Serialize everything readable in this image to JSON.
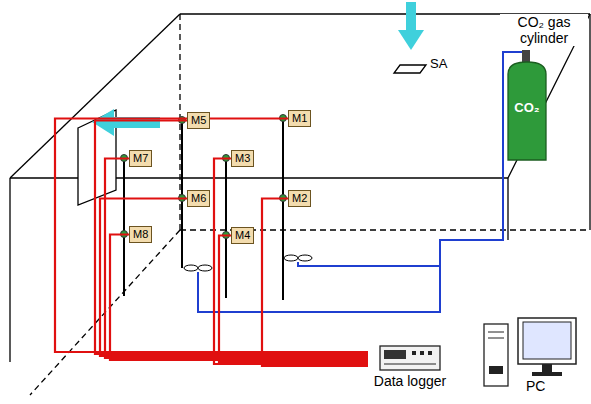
{
  "diagram": {
    "nodes": [
      {
        "text": [
          "M1"
        ]
      },
      {
        "text": [
          "M2"
        ]
      },
      {
        "text": [
          "M3"
        ]
      },
      {
        "text": [
          "M4"
        ]
      },
      {
        "text": [
          "M5"
        ]
      },
      {
        "text": [
          "M6"
        ]
      },
      {
        "text": [
          "M7"
        ]
      },
      {
        "text": [
          "M8"
        ]
      },
      {
        "text": [
          "Data logger"
        ]
      },
      {
        "text": [
          "PC"
        ]
      },
      {
        "text": [
          "CO₂ gas cylinder",
          "CO₂"
        ]
      }
    ],
    "edges": [
      {
        "from": 0,
        "to": 8,
        "arrow": "none"
      },
      {
        "from": 1,
        "to": 8,
        "arrow": "none"
      },
      {
        "from": 2,
        "to": 8,
        "arrow": "none"
      },
      {
        "from": 3,
        "to": 8,
        "arrow": "none"
      },
      {
        "from": 4,
        "to": 8,
        "arrow": "none"
      },
      {
        "from": 5,
        "to": 8,
        "arrow": "none"
      },
      {
        "from": 6,
        "to": 8,
        "arrow": "none"
      },
      {
        "from": 7,
        "to": 8,
        "arrow": "none"
      }
    ],
    "labels": [
      "SA"
    ]
  }
}
